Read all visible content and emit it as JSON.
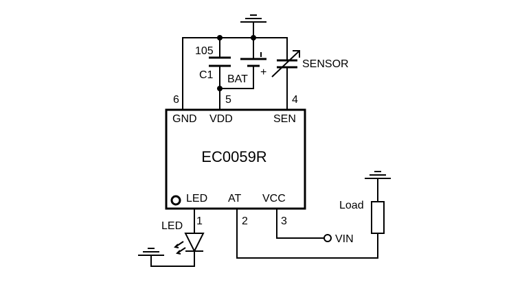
{
  "chip": {
    "name": "EC0059R",
    "pins": {
      "gnd": {
        "label": "GND",
        "number": "6"
      },
      "vdd": {
        "label": "VDD",
        "number": "5"
      },
      "sen": {
        "label": "SEN",
        "number": "4"
      },
      "led": {
        "label": "LED",
        "number": "1"
      },
      "at": {
        "label": "AT",
        "number": "2"
      },
      "vcc": {
        "label": "VCC",
        "number": "3"
      }
    }
  },
  "components": {
    "capacitor": {
      "value": "105",
      "ref": "C1"
    },
    "battery": {
      "label": "BAT",
      "plus": "+"
    },
    "sensor": {
      "label": "SENSOR"
    },
    "led": {
      "label": "LED"
    },
    "load": {
      "label": "Load"
    },
    "vin": {
      "label": "VIN"
    }
  }
}
